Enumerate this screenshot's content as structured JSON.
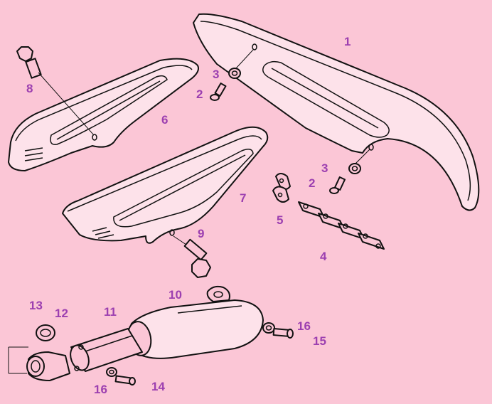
{
  "colors": {
    "background": "#fbc6d6",
    "label": "#9c3fb0",
    "line": "#111111"
  },
  "callouts": [
    {
      "id": "label-1",
      "text": "1"
    },
    {
      "id": "label-2-top",
      "text": "2"
    },
    {
      "id": "label-3-top",
      "text": "3"
    },
    {
      "id": "label-2-right",
      "text": "2"
    },
    {
      "id": "label-3-right",
      "text": "3"
    },
    {
      "id": "label-4",
      "text": "4"
    },
    {
      "id": "label-5",
      "text": "5"
    },
    {
      "id": "label-6",
      "text": "6"
    },
    {
      "id": "label-7",
      "text": "7"
    },
    {
      "id": "label-8",
      "text": "8"
    },
    {
      "id": "label-9",
      "text": "9"
    },
    {
      "id": "label-10",
      "text": "10"
    },
    {
      "id": "label-11",
      "text": "11"
    },
    {
      "id": "label-12",
      "text": "12"
    },
    {
      "id": "label-13",
      "text": "13"
    },
    {
      "id": "label-14",
      "text": "14"
    },
    {
      "id": "label-15",
      "text": "15"
    },
    {
      "id": "label-16-right",
      "text": "16"
    },
    {
      "id": "label-16-left",
      "text": "16"
    }
  ]
}
